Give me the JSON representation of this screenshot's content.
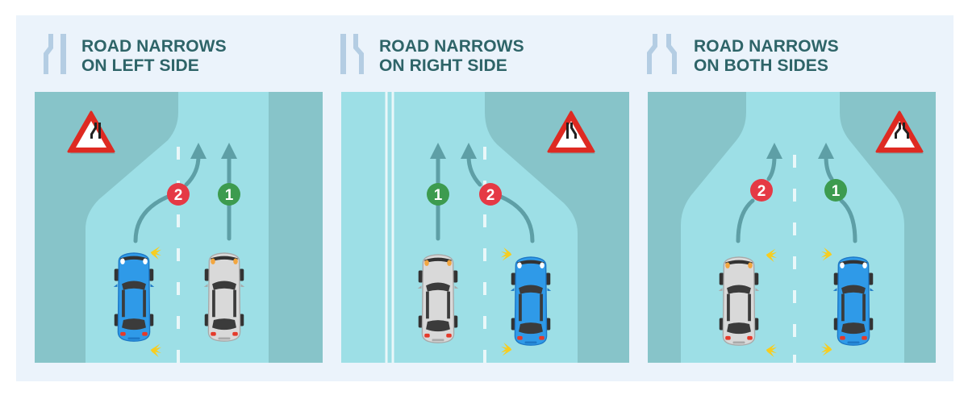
{
  "colors": {
    "frame_bg": "#ebf3fb",
    "title_text": "#2e6468",
    "header_icon": "#b4cde3",
    "road": "#9ddfe6",
    "verge": "#87c4c9",
    "arrow": "#5e9fa6",
    "marker_priority": "#3d9b4f",
    "marker_yield": "#e53945",
    "sign_border": "#de2a22",
    "car_blue": "#2f9ae8",
    "car_silver": "#d9d9d9",
    "indicator": "#f7cd1f"
  },
  "panels": [
    {
      "id": "left",
      "title_line1": "ROAD NARROWS",
      "title_line2": "ON LEFT SIDE",
      "header_icon": "road-narrows-left-icon",
      "sign": "road-narrows-left-warning-sign",
      "markers": [
        {
          "label": "2",
          "meaning": "yield",
          "vehicle": "blue car, left lane, indicating right"
        },
        {
          "label": "1",
          "meaning": "priority",
          "vehicle": "silver car, right lane"
        }
      ]
    },
    {
      "id": "right",
      "title_line1": "ROAD NARROWS",
      "title_line2": "ON RIGHT SIDE",
      "header_icon": "road-narrows-right-icon",
      "sign": "road-narrows-right-warning-sign",
      "markers": [
        {
          "label": "1",
          "meaning": "priority",
          "vehicle": "silver car, left lane"
        },
        {
          "label": "2",
          "meaning": "yield",
          "vehicle": "blue car, right lane, indicating left"
        }
      ]
    },
    {
      "id": "both",
      "title_line1": "ROAD NARROWS",
      "title_line2": "ON BOTH SIDES",
      "header_icon": "road-narrows-both-icon",
      "sign": "road-narrows-both-warning-sign",
      "markers": [
        {
          "label": "2",
          "meaning": "yield",
          "vehicle": "silver car, left lane, indicating right"
        },
        {
          "label": "1",
          "meaning": "priority",
          "vehicle": "blue car, right lane, indicating left"
        }
      ]
    }
  ]
}
